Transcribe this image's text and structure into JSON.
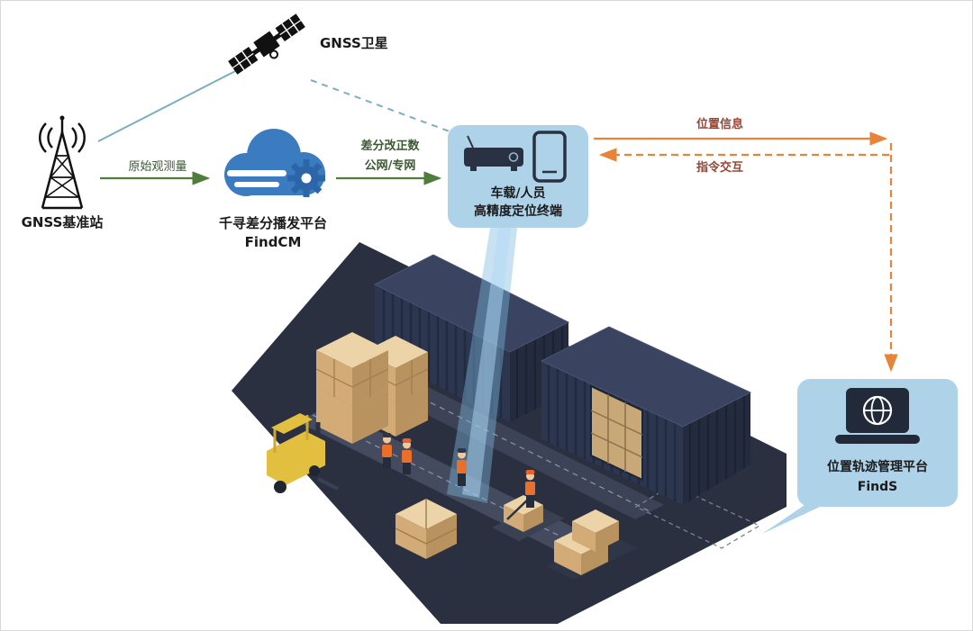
{
  "nodes": {
    "satellite": {
      "label": "GNSS卫星"
    },
    "base_station": {
      "label": "GNSS基准站"
    },
    "cloud": {
      "title": "千寻差分播发平台",
      "subtitle": "FindCM"
    },
    "terminal": {
      "line1": "车载/人员",
      "line2": "高精度定位终端"
    },
    "management_platform": {
      "title": "位置轨迹管理平台",
      "subtitle": "FindS"
    }
  },
  "edges": {
    "raw_observation": {
      "label": "原始观测量"
    },
    "differential_correction": {
      "label_line1": "差分改正数",
      "label_line2": "公网/专网"
    },
    "position_info": {
      "label": "位置信息"
    },
    "command_interaction": {
      "label": "指令交互"
    }
  },
  "icons": {
    "satellite": "satellite-icon",
    "base_station": "radio-tower-icon",
    "cloud_platform": "cloud-gear-icon",
    "terminal_receiver": "receiver-box-icon",
    "terminal_phone": "smartphone-icon",
    "management_platform": "laptop-globe-icon"
  },
  "colors": {
    "link_teal": "#7aafc2",
    "arrow_green": "#4e7d3c",
    "arrow_orange": "#e8833a",
    "node_bubble": "#aed3e8",
    "cloud_blue": "#3b7cc0",
    "gear_blue": "#2d66a8",
    "dark_navy": "#2a3142",
    "floor": "#2b3040",
    "container": "#2d364f",
    "crate_tan": "#d2ab76",
    "forklift_yellow": "#e3bf3f"
  }
}
